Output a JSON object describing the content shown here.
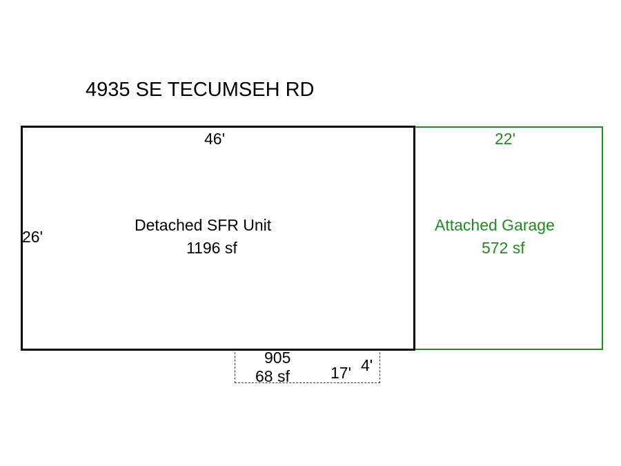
{
  "title": "4935 SE TECUMSEH RD",
  "colors": {
    "main": "#000000",
    "garage": "#1e8c1e"
  },
  "main_unit": {
    "name": "Detached SFR Unit",
    "area": "1196 sf",
    "width_label": "46'",
    "depth_label": "26'"
  },
  "garage": {
    "name": "Attached Garage",
    "area": "572 sf",
    "width_label": "22'"
  },
  "porch": {
    "code": "905",
    "area": "68 sf",
    "width_label": "17'",
    "depth_label": "4'"
  }
}
